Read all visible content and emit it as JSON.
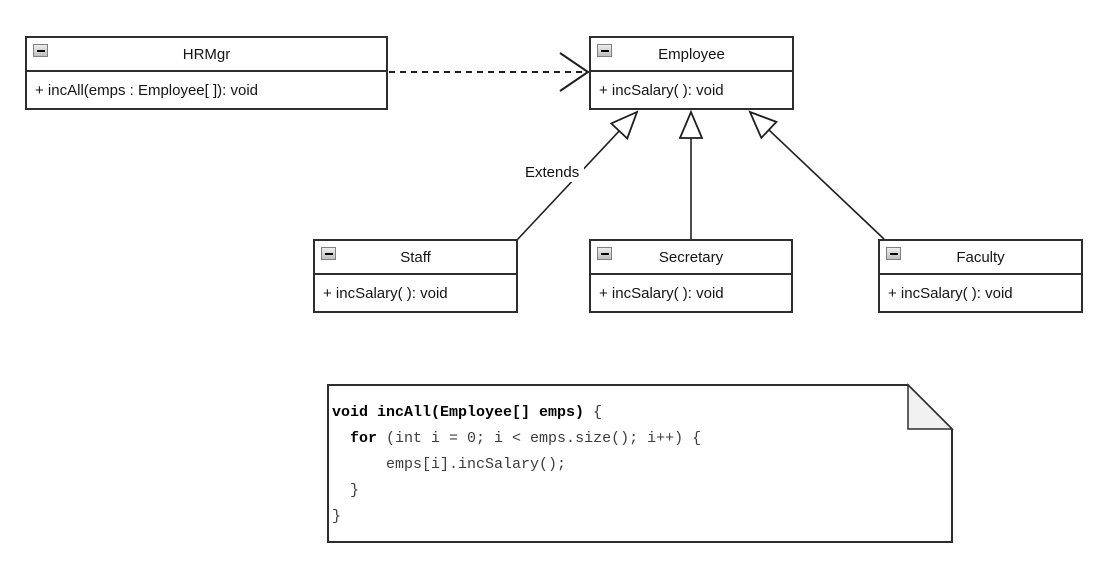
{
  "classes": {
    "hrmgr": {
      "title": "HRMgr",
      "method": "+ incAll(emps : Employee[ ]): void"
    },
    "employee": {
      "title": "Employee",
      "method": "+ incSalary( ): void"
    },
    "staff": {
      "title": "Staff",
      "method": "+ incSalary( ): void"
    },
    "secretary": {
      "title": "Secretary",
      "method": "+ incSalary( ): void"
    },
    "faculty": {
      "title": "Faculty",
      "method": "+ incSalary( ): void"
    }
  },
  "labels": {
    "extends": "Extends"
  },
  "relationships": [
    {
      "type": "dependency",
      "from": "HRMgr",
      "to": "Employee",
      "style": "dashed-open-arrow"
    },
    {
      "type": "generalization",
      "from": "Staff",
      "to": "Employee",
      "label": "Extends"
    },
    {
      "type": "generalization",
      "from": "Secretary",
      "to": "Employee"
    },
    {
      "type": "generalization",
      "from": "Faculty",
      "to": "Employee"
    }
  ],
  "note": {
    "lines": [
      {
        "segs": [
          {
            "t": "void incAll(Employee[] emps)",
            "bold": true
          },
          {
            "t": " {",
            "bold": false
          }
        ]
      },
      {
        "segs": [
          {
            "t": "  ",
            "bold": false
          },
          {
            "t": "for",
            "bold": true
          },
          {
            "t": " (int i = 0; i < emps.size(); i++) {",
            "bold": false
          }
        ]
      },
      {
        "segs": [
          {
            "t": "      emps[i].incSalary();",
            "bold": false
          }
        ]
      },
      {
        "segs": [
          {
            "t": "  }",
            "bold": false
          }
        ]
      },
      {
        "segs": [
          {
            "t": "}",
            "bold": false
          }
        ]
      }
    ]
  },
  "icons": {
    "collapse": "minus-icon"
  },
  "colors": {
    "border": "#2e2e2e",
    "line": "#1f1f1f",
    "note_fold": "#f1f1f1",
    "background": "#ffffff"
  }
}
